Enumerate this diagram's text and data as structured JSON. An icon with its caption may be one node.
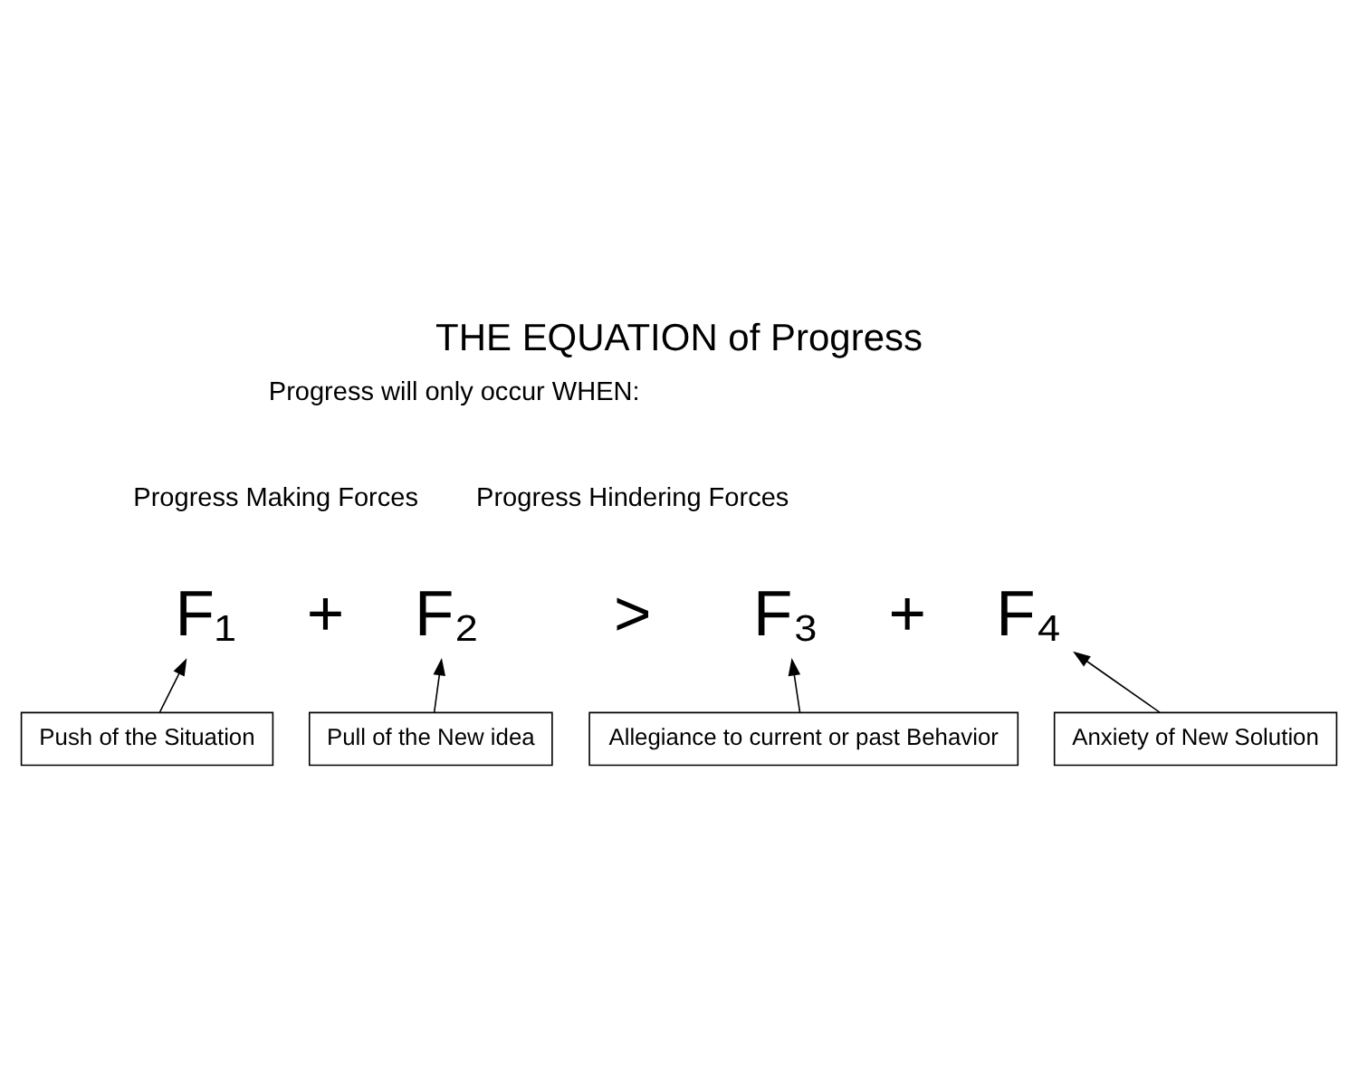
{
  "diagram": {
    "title": "THE EQUATION of Progress",
    "nodes": [
      {
        "text": [
          "F₁"
        ]
      },
      {
        "text": [
          "F₂"
        ]
      },
      {
        "text": [
          "F₃"
        ]
      },
      {
        "text": [
          "F₄"
        ]
      },
      {
        "text": [
          "Push of the Situation"
        ]
      },
      {
        "text": [
          "Pull of the New idea"
        ]
      },
      {
        "text": [
          "Allegiance to current or past Behavior"
        ]
      },
      {
        "text": [
          "Anxiety of New Solution"
        ]
      }
    ],
    "edges": [
      {
        "from": 4,
        "to": 0,
        "arrow": "to"
      },
      {
        "from": 5,
        "to": 1,
        "arrow": "to"
      },
      {
        "from": 6,
        "to": 2,
        "arrow": "to"
      },
      {
        "from": 7,
        "to": 3,
        "arrow": "to"
      }
    ],
    "labels": [
      "Progress will only occur WHEN:",
      "Progress Making Forces",
      "Progress Hindering Forces",
      "+",
      ">",
      "+"
    ]
  }
}
